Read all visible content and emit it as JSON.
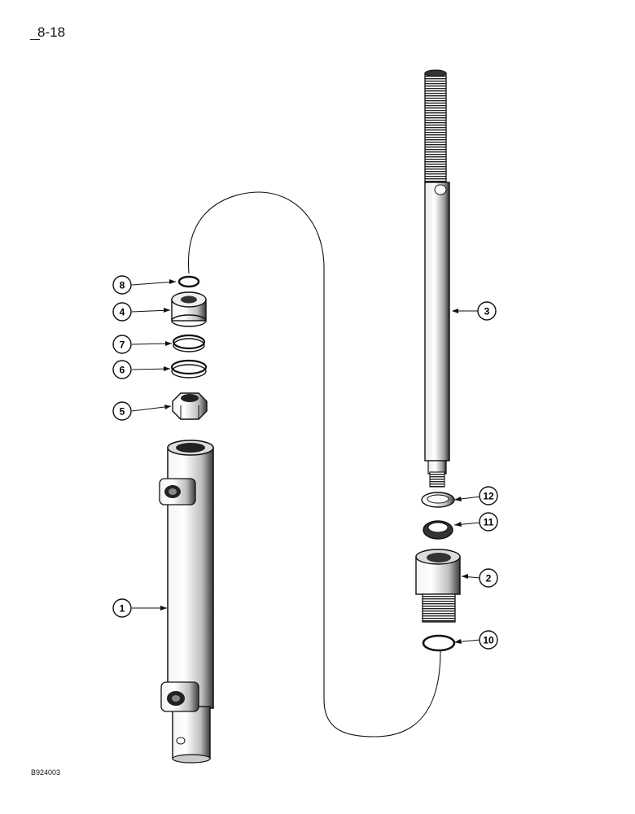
{
  "page": {
    "page_number": "8-18",
    "drawing_code": "B924003"
  },
  "callouts": [
    {
      "id": "c8",
      "label": "8"
    },
    {
      "id": "c4",
      "label": "4"
    },
    {
      "id": "c7",
      "label": "7"
    },
    {
      "id": "c6",
      "label": "6"
    },
    {
      "id": "c5",
      "label": "5"
    },
    {
      "id": "c1",
      "label": "1"
    },
    {
      "id": "c3",
      "label": "3"
    },
    {
      "id": "c12",
      "label": "12"
    },
    {
      "id": "c11",
      "label": "11"
    },
    {
      "id": "c2",
      "label": "2"
    },
    {
      "id": "c10",
      "label": "10"
    }
  ],
  "parts": {
    "p1": "barrel",
    "p2": "gland",
    "p3": "rod",
    "p4": "piston",
    "p5": "nut",
    "p6": "ring",
    "p7": "ring",
    "p8": "o-ring",
    "p10": "o-ring",
    "p11": "seal",
    "p12": "wiper"
  }
}
